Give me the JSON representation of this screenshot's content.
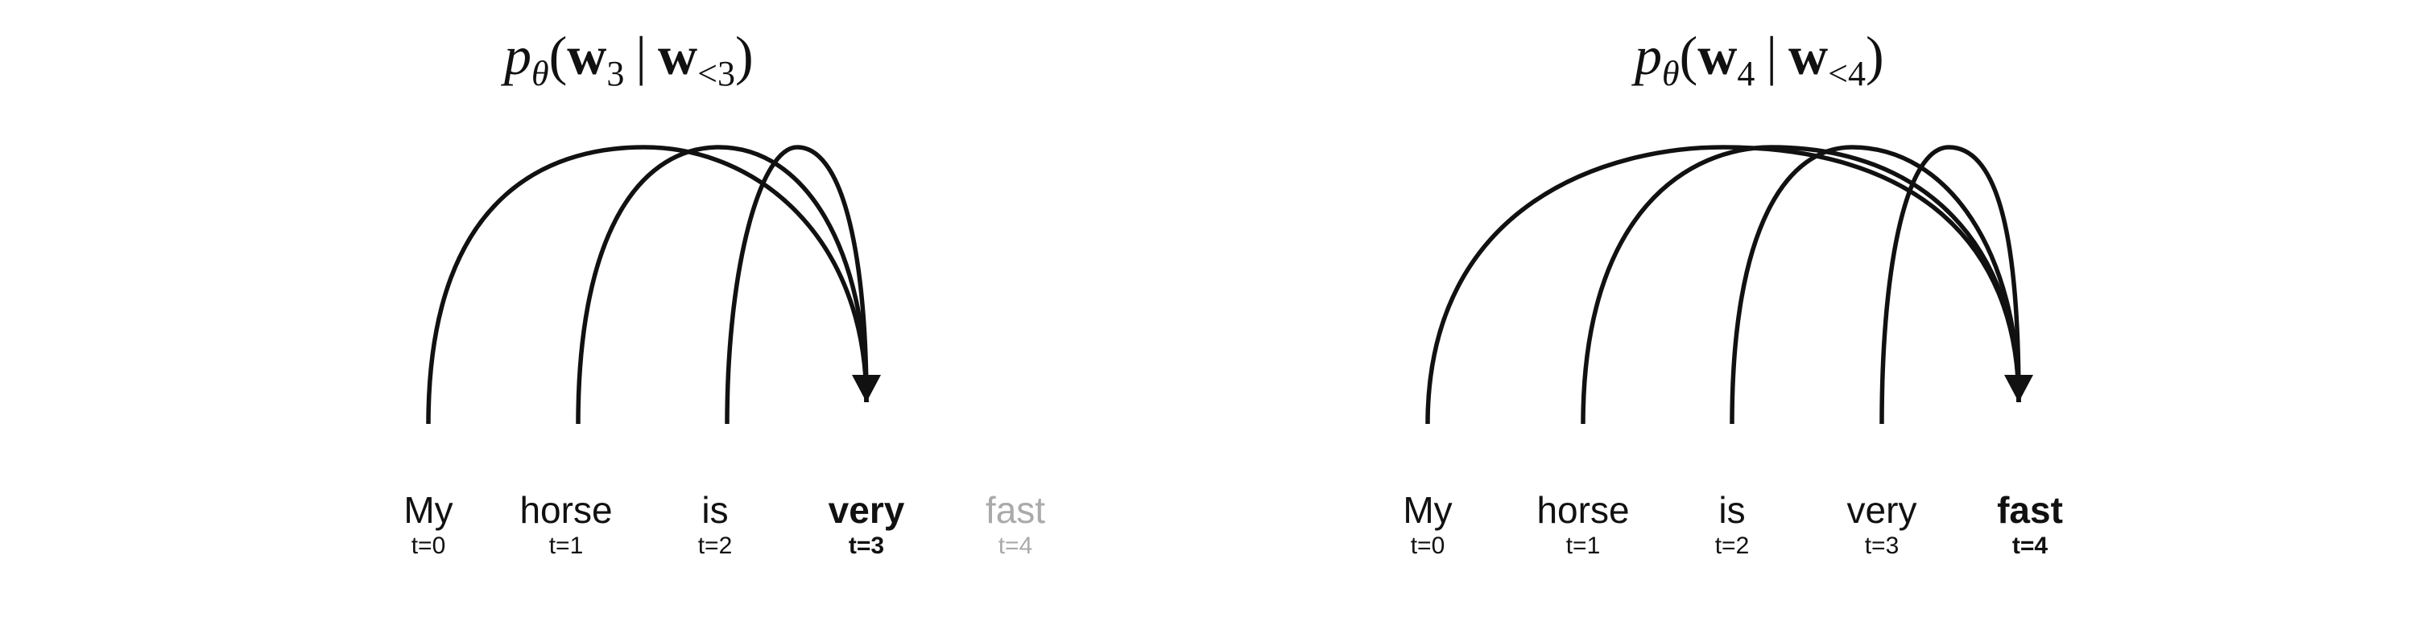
{
  "panels": [
    {
      "formula": {
        "p": "p",
        "theta": "θ",
        "open": "(",
        "w1": "w",
        "target_idx": "3",
        "bar": "|",
        "w2": "w",
        "context_idx": "<3",
        "close": ")"
      },
      "tokens": [
        {
          "word": "My",
          "t": "t=0",
          "state": "context"
        },
        {
          "word": "horse",
          "t": "t=1",
          "state": "context"
        },
        {
          "word": "is",
          "t": "t=2",
          "state": "context"
        },
        {
          "word": "very",
          "t": "t=3",
          "state": "target"
        },
        {
          "word": "fast",
          "t": "t=4",
          "state": "future"
        }
      ]
    },
    {
      "formula": {
        "p": "p",
        "theta": "θ",
        "open": "(",
        "w1": "w",
        "target_idx": "4",
        "bar": "|",
        "w2": "w",
        "context_idx": "<4",
        "close": ")"
      },
      "tokens": [
        {
          "word": "My",
          "t": "t=0",
          "state": "context"
        },
        {
          "word": "horse",
          "t": "t=1",
          "state": "context"
        },
        {
          "word": "is",
          "t": "t=2",
          "state": "context"
        },
        {
          "word": "very",
          "t": "t=3",
          "state": "context"
        },
        {
          "word": "fast",
          "t": "t=4",
          "state": "target"
        }
      ]
    }
  ],
  "colors": {
    "ink": "#111111",
    "future_token": "#aaaaaa",
    "background": "#ffffff"
  }
}
